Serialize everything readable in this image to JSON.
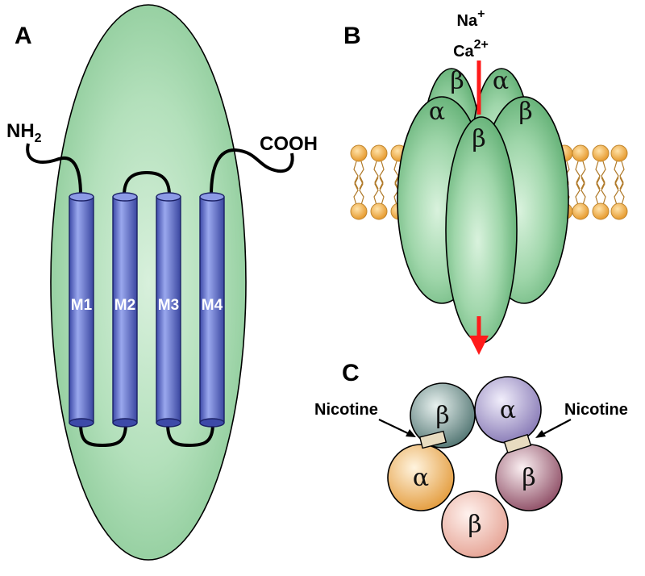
{
  "panels": {
    "a": {
      "letter": "A"
    },
    "b": {
      "letter": "B"
    },
    "c": {
      "letter": "C"
    }
  },
  "panel_a": {
    "n_terminus": {
      "main": "NH",
      "sub": "2"
    },
    "c_terminus": "COOH",
    "helices": [
      "M1",
      "M2",
      "M3",
      "M4"
    ]
  },
  "panel_b": {
    "ion_1": {
      "symbol": "Na",
      "charge": "+"
    },
    "ion_2": {
      "symbol": "Ca",
      "charge": "2+"
    },
    "subunits": {
      "back_left": "α",
      "back_center": "β",
      "back_right": "α",
      "front_right": "β",
      "front_center": "β"
    }
  },
  "panel_c": {
    "left_label": "Nicotine",
    "right_label": "Nicotine",
    "subunits": {
      "top_left": "β",
      "top_right": "α",
      "mid_left": "α",
      "mid_right": "β",
      "bottom": "β"
    }
  },
  "colors": {
    "membrane_green": "#9fd4a8",
    "helix_blue": "#6f7fd6",
    "ion_arrow_red": "#ff1a1a",
    "lipid_orange": "#f5b451"
  }
}
